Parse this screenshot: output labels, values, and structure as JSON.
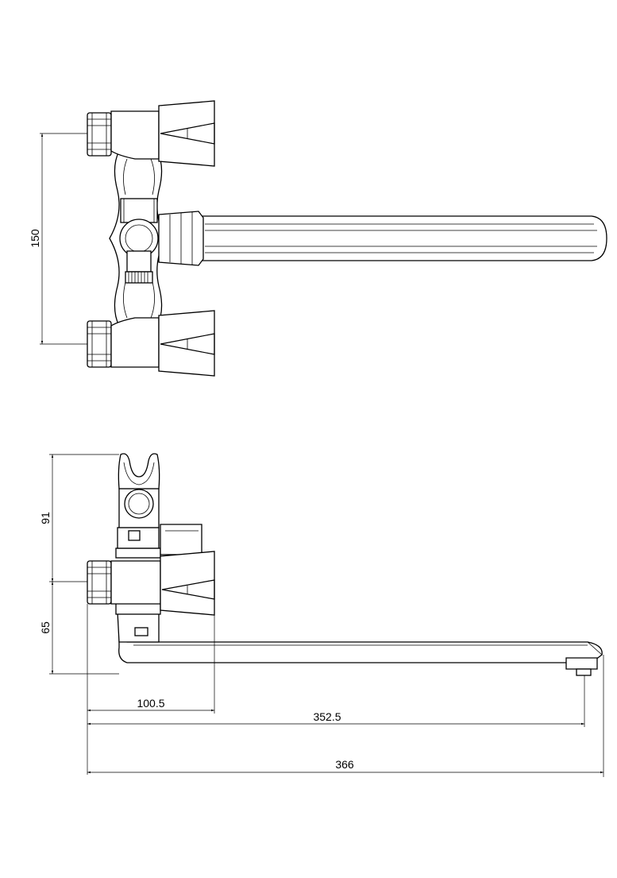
{
  "drawing": {
    "top_view": {
      "dimension_vertical": "150"
    },
    "side_view": {
      "dimension_upper": "91",
      "dimension_lower": "65",
      "dimension_handle_offset": "100.5",
      "dimension_spout_reach": "352.5",
      "dimension_total_length": "366"
    },
    "line_color": "#000000",
    "background_color": "#ffffff"
  }
}
